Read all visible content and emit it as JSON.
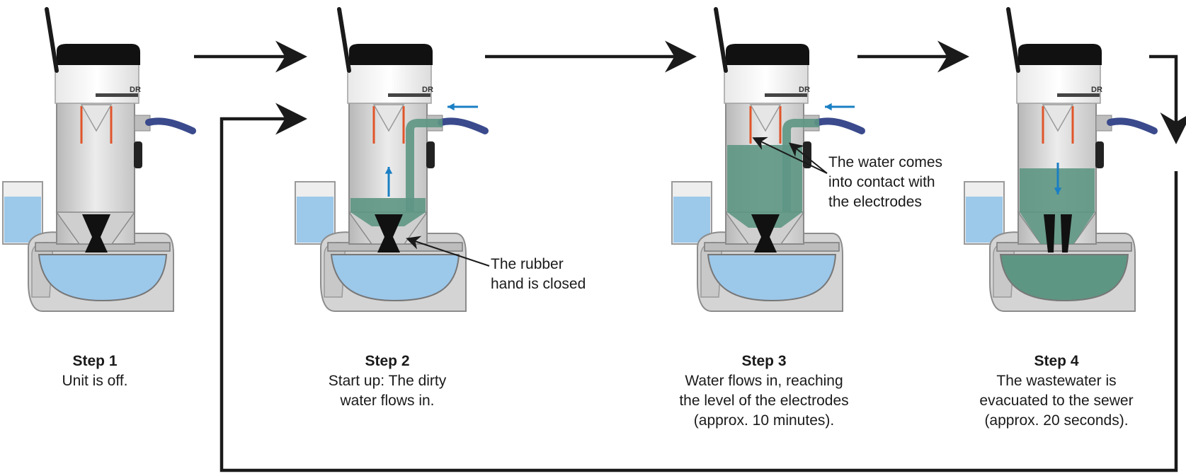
{
  "brand_text": "DR",
  "steps": [
    {
      "title": "Step 1",
      "lines": [
        "Unit is off."
      ],
      "water": "none",
      "valve": "closed"
    },
    {
      "title": "Step 2",
      "lines": [
        "Start up: The dirty",
        "water flows in."
      ],
      "water": "low",
      "valve": "closed"
    },
    {
      "title": "Step 3",
      "lines": [
        "Water flows in, reaching",
        "the level of the electrodes",
        "(approx. 10 minutes)."
      ],
      "water": "full",
      "valve": "closed"
    },
    {
      "title": "Step 4",
      "lines": [
        "The wastewater is",
        "evacuated to the sewer",
        "(approx. 20 seconds)."
      ],
      "water": "draining",
      "valve": "open"
    }
  ],
  "callouts": {
    "rubber_hand": [
      "The rubber",
      "hand is closed"
    ],
    "electrodes": [
      "The water comes",
      "into contact with",
      "the electrodes"
    ]
  },
  "colors": {
    "flow_arrow": "#1a7fc4",
    "process_arrow": "#1a1a1a",
    "dirty_water": "#5e9684",
    "clean_water": "#9cc8ea",
    "unit_body": "#d9d9d9",
    "lid": "#111111",
    "hose": "#3a4a8c",
    "electrode": "#e0542a"
  },
  "icons": [
    "right-arrow-icon",
    "down-arrow-icon",
    "up-arrow-icon",
    "left-arrow-icon"
  ]
}
